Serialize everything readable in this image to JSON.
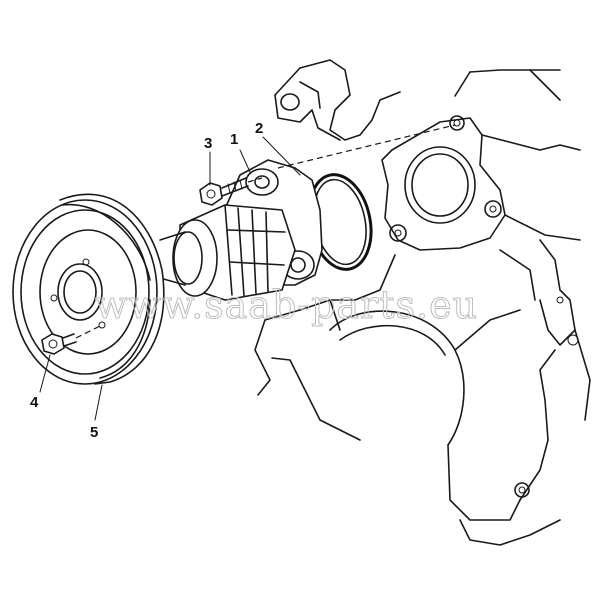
{
  "diagram": {
    "watermark": "www.saab-parts.eu",
    "callouts": [
      {
        "id": "1",
        "label": "1"
      },
      {
        "id": "2",
        "label": "2"
      },
      {
        "id": "3",
        "label": "3"
      },
      {
        "id": "4",
        "label": "4"
      },
      {
        "id": "5",
        "label": "5"
      }
    ]
  }
}
